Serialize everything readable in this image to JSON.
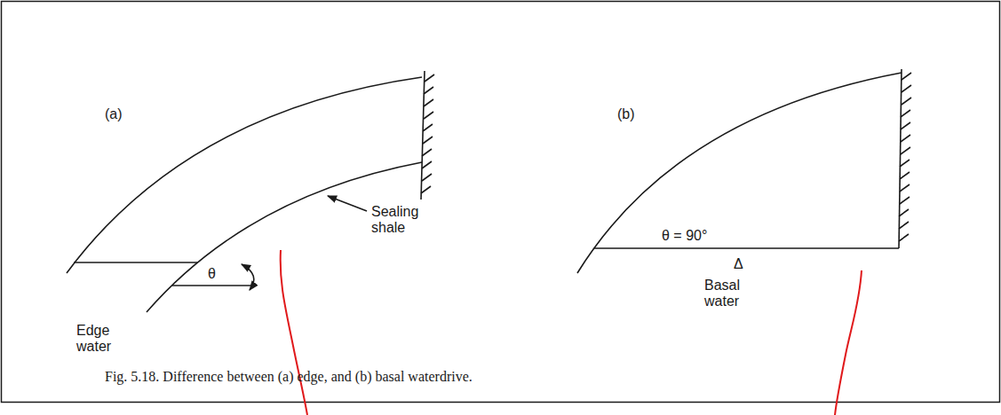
{
  "diagram": {
    "caption": "Fig. 5.18. Difference between (a) edge, and (b) basal waterdrive.",
    "labels": [
      "(a)",
      "Sealing shale",
      "θ",
      "Edge water",
      "(b)",
      "θ = 90°",
      "Δ",
      "Basal water"
    ]
  }
}
